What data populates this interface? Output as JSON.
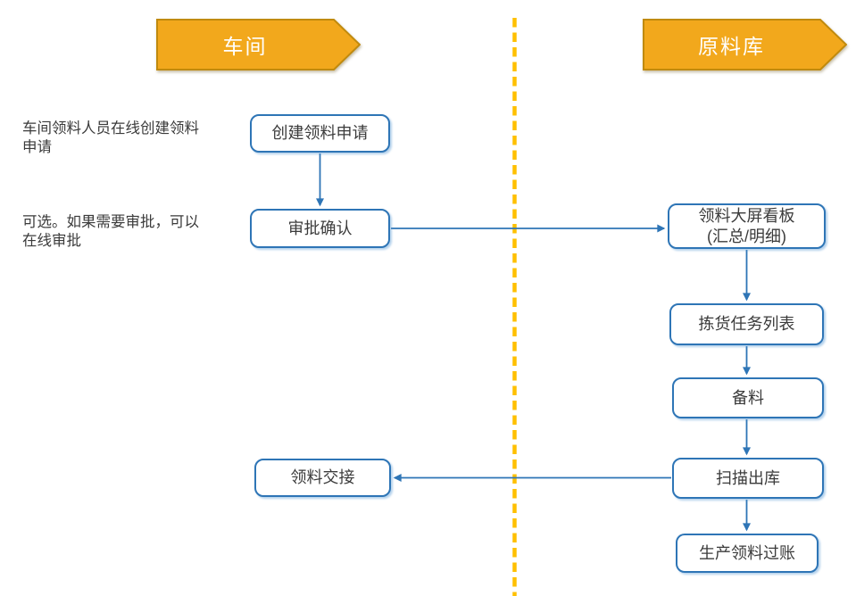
{
  "diagram": {
    "type": "swimlane-flowchart",
    "lanes": [
      {
        "title": "车间"
      },
      {
        "title": "原料库"
      }
    ],
    "annotations": [
      {
        "text": "车间领料人员在线创建领料申请"
      },
      {
        "text": "可选。如果需要审批，可以在线审批"
      }
    ],
    "nodes": [
      {
        "label": "创建领料申请"
      },
      {
        "label": "审批确认"
      },
      {
        "label": "领料交接"
      },
      {
        "label": "领料大屏看板\n(汇总/明细)"
      },
      {
        "label": "拣货任务列表"
      },
      {
        "label": "备料"
      },
      {
        "label": "扫描出库"
      },
      {
        "label": "生产领料过账"
      }
    ],
    "flows": [
      "创建领料申请 → 审批确认",
      "审批确认 → 领料大屏看板(汇总/明细)",
      "领料大屏看板(汇总/明细) → 拣货任务列表",
      "拣货任务列表 → 备料",
      "备料 → 扫描出库",
      "扫描出库 → 领料交接",
      "扫描出库 → 生产领料过账"
    ],
    "colors": {
      "node_border": "#2E75B6",
      "arrow": "#2E75B6",
      "banner_fill": "#F2A81C",
      "banner_border": "#C08A0E",
      "banner_text": "#FFFFFF",
      "divider": "#FFC000",
      "text": "#3B3B3B"
    }
  }
}
